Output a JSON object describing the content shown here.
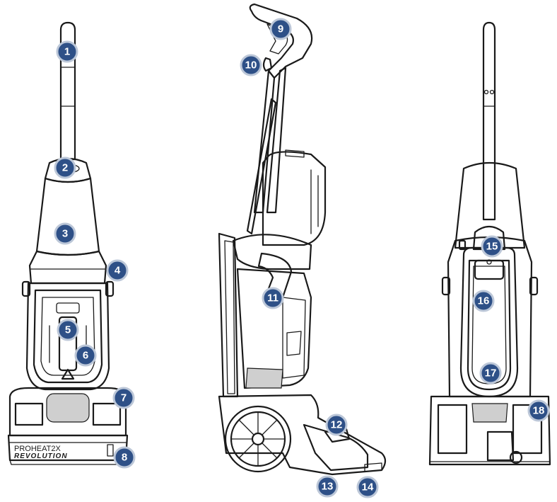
{
  "front_view": {
    "model_line1": "PROHEAT2X",
    "model_line2": "REVOLUTION"
  },
  "callouts": [
    "1",
    "2",
    "3",
    "4",
    "5",
    "6",
    "7",
    "8",
    "9",
    "10",
    "11",
    "12",
    "13",
    "14",
    "15",
    "16",
    "17",
    "18"
  ]
}
